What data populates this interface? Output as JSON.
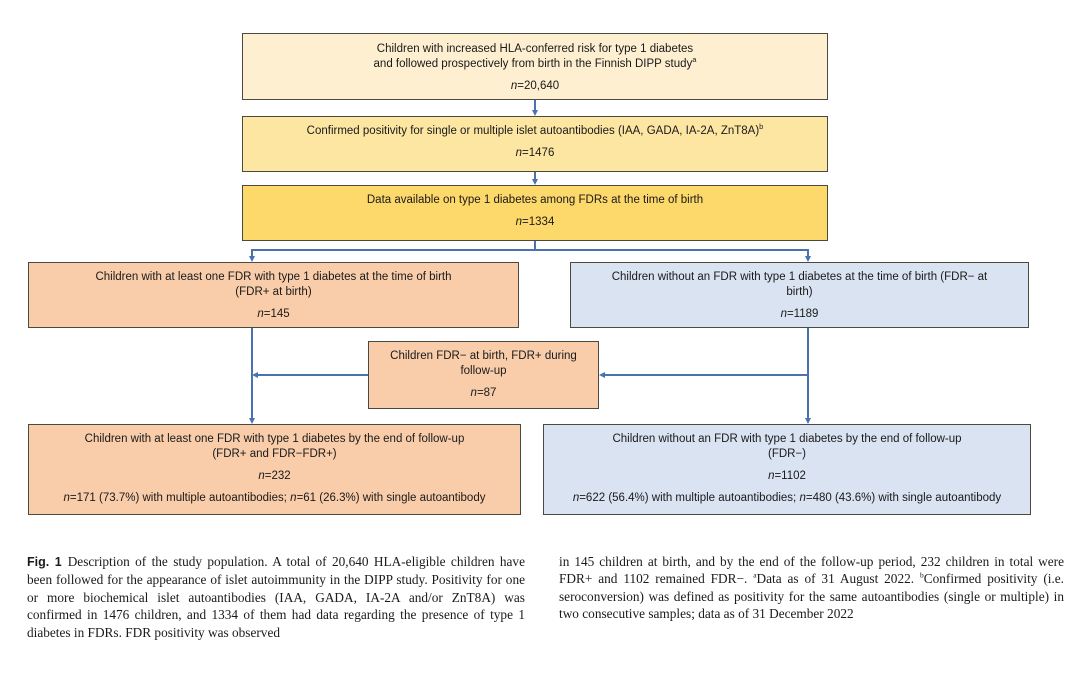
{
  "colors": {
    "box_level1": "#fdefd0",
    "box_level2": "#fde6a2",
    "box_level3": "#fdd86a",
    "fdr_positive": "#f9cdaa",
    "fdr_negative": "#dae3f2",
    "arrow": "#4a72b0",
    "border": "#4a4a40"
  },
  "flowchart": {
    "hla_risk": {
      "title": "Children with increased HLA-conferred risk for type 1 diabetes\nand followed prospectively from birth in the Finnish DIPP study",
      "footnote_mark": "a",
      "n_label": "n",
      "n_value": "=20,640"
    },
    "autoantibody_positive": {
      "title": "Confirmed positivity for single or multiple islet autoantibodies (IAA, GADA, IA-2A, ZnT8A)",
      "footnote_mark": "b",
      "n_label": "n",
      "n_value": "=1476"
    },
    "fdr_data_available": {
      "title": "Data available on type 1 diabetes among FDRs at the time of birth",
      "n_label": "n",
      "n_value": "=1334"
    },
    "fdr_pos_birth": {
      "title": "Children with at least one FDR with type 1 diabetes at the time of birth\n(FDR+ at birth)",
      "n_label": "n",
      "n_value": "=145"
    },
    "fdr_neg_birth": {
      "title": "Children without an FDR with type 1 diabetes at the time of birth (FDR− at\nbirth)",
      "n_label": "n",
      "n_value": "=1189"
    },
    "fdr_converted": {
      "title": "Children FDR− at birth, FDR+ during\nfollow-up",
      "n_label": "n",
      "n_value": "=87"
    },
    "fdr_pos_end": {
      "title": "Children with at least one FDR with type 1 diabetes by the end of follow-up\n(FDR+ and FDR−FDR+)",
      "n_label": "n",
      "n_value": "=232",
      "multi_n_label": "n",
      "multi_text": "=171 (73.7%) with multiple autoantibodies; ",
      "single_n_label": "n",
      "single_text": "=61 (26.3%) with single autoantibody"
    },
    "fdr_neg_end": {
      "title": "Children without an FDR with type 1 diabetes by the end of follow-up\n(FDR−)",
      "n_label": "n",
      "n_value": "=1102",
      "multi_n_label": "n",
      "multi_text": "=622 (56.4%) with multiple autoantibodies; ",
      "single_n_label": "n",
      "single_text": "=480 (43.6%) with single autoantibody"
    }
  },
  "caption": {
    "fig_label": "Fig. 1",
    "left_text": "Description of the study population. A total of 20,640 HLA-eligible children have been followed for the appearance of islet autoimmunity in the DIPP study. Positivity for one or more biochemical islet autoantibodies (IAA, GADA, IA-2A and/or ZnT8A) was confirmed in 1476 children, and 1334 of them had data regarding the presence of type 1 diabetes in FDRs. FDR positivity was observed",
    "right_text_1": "in 145 children at birth, and by the end of the follow-up period, 232 children in total were FDR+ and 1102 remained FDR−. ",
    "footnote_a_mark": "a",
    "footnote_a_text": "Data as of 31 August 2022. ",
    "footnote_b_mark": "b",
    "footnote_b_text": "Confirmed positivity (i.e. seroconversion) was defined as positivity for the same autoantibodies (single or multiple) in two consecutive samples; data as of 31 December 2022"
  }
}
